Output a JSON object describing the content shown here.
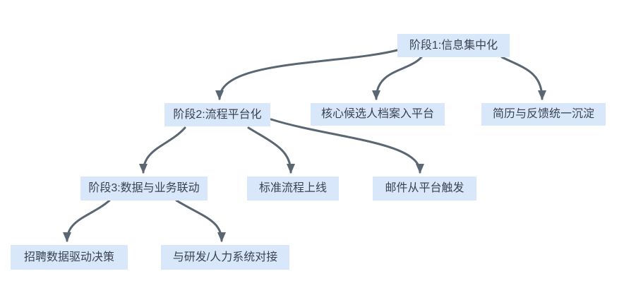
{
  "diagram": {
    "type": "mindmap-flowchart",
    "colors": {
      "background": "#ffffff",
      "node_fill": "#d9e7fa",
      "node_text": "#3b4350",
      "arrow": "#5b6673"
    },
    "nodes": [
      {
        "id": "stage1",
        "label": "阶段1:信息集中化"
      },
      {
        "id": "stage2",
        "label": "阶段2:流程平台化"
      },
      {
        "id": "core-archive",
        "label": "核心候选人档案入平台"
      },
      {
        "id": "resume-feedback",
        "label": "简历与反馈统一沉淀"
      },
      {
        "id": "stage3",
        "label": "阶段3:数据与业务联动"
      },
      {
        "id": "standard",
        "label": "标准流程上线"
      },
      {
        "id": "mail-trigger",
        "label": "邮件从平台触发"
      },
      {
        "id": "data-decision",
        "label": "招聘数据驱动决策"
      },
      {
        "id": "rd-integration",
        "label": "与研发/人力系统对接"
      }
    ],
    "edges": [
      {
        "from": "stage1",
        "to": "stage2"
      },
      {
        "from": "stage1",
        "to": "core-archive"
      },
      {
        "from": "stage1",
        "to": "resume-feedback"
      },
      {
        "from": "stage2",
        "to": "stage3"
      },
      {
        "from": "stage2",
        "to": "standard"
      },
      {
        "from": "stage2",
        "to": "mail-trigger"
      },
      {
        "from": "stage3",
        "to": "data-decision"
      },
      {
        "from": "stage3",
        "to": "rd-integration"
      }
    ]
  }
}
